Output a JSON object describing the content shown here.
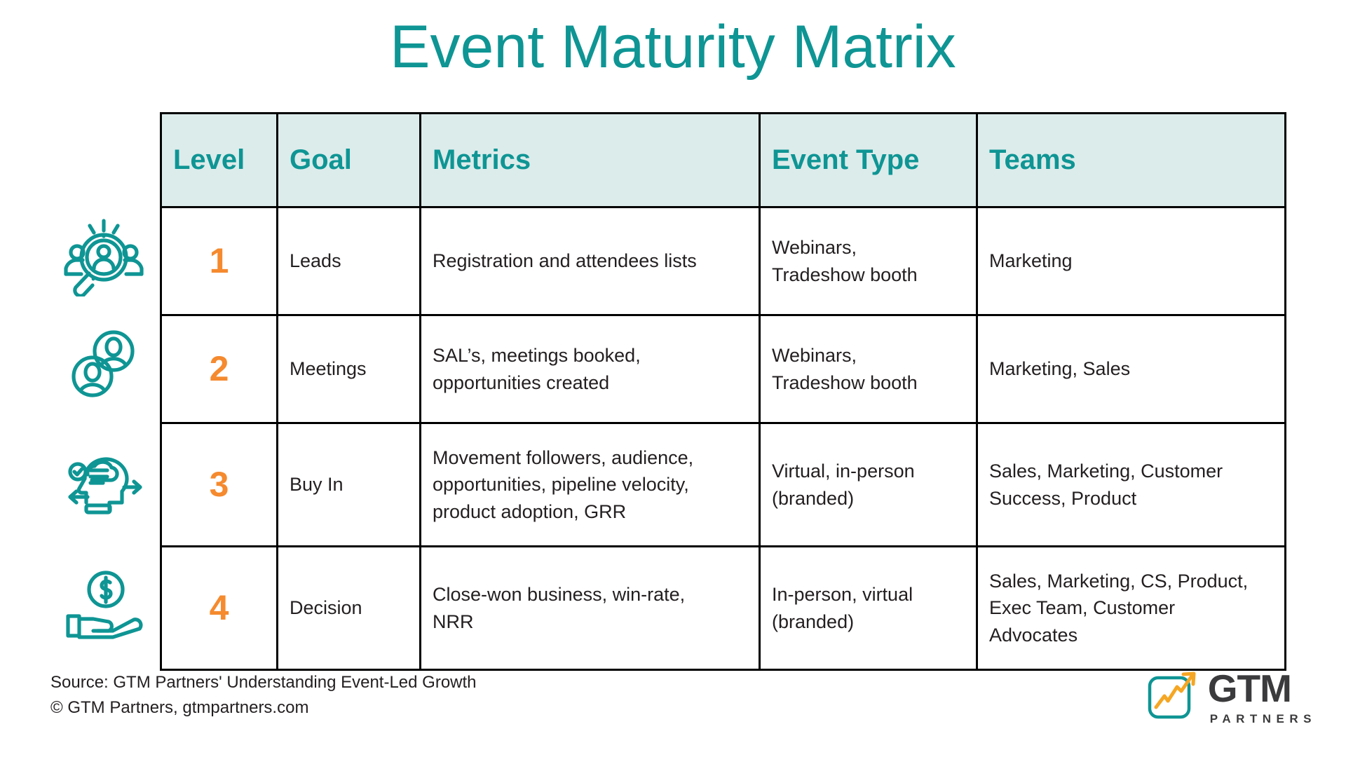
{
  "page": {
    "title": "Event Maturity Matrix",
    "accent_teal": "#0e9594",
    "accent_orange": "#f58a2e",
    "header_bg": "#dceceb",
    "body_text": "#231f20",
    "background": "#ffffff"
  },
  "icons": [
    {
      "name": "lead-search-icon",
      "label": "magnifier over group of people"
    },
    {
      "name": "two-people-icon",
      "label": "two overlapping person avatars"
    },
    {
      "name": "decision-head-icon",
      "label": "head with checklist and arrows"
    },
    {
      "name": "money-hand-icon",
      "label": "hand holding dollar coin"
    }
  ],
  "table": {
    "columns": [
      "Level",
      "Goal",
      "Metrics",
      "Event Type",
      "Teams"
    ],
    "rows": [
      {
        "level": "1",
        "goal": "Leads",
        "metrics": "Registration and attendees lists",
        "event_type": "Webinars,\nTradeshow booth",
        "teams": "Marketing"
      },
      {
        "level": "2",
        "goal": "Meetings",
        "metrics": "SAL’s, meetings booked,\nopportunities created",
        "event_type": "Webinars,\nTradeshow booth",
        "teams": "Marketing, Sales"
      },
      {
        "level": "3",
        "goal": "Buy In",
        "metrics": "Movement followers, audience,\nopportunities, pipeline velocity,\nproduct adoption, GRR",
        "event_type": "Virtual, in-person\n(branded)",
        "teams": "Sales, Marketing, Customer\nSuccess, Product"
      },
      {
        "level": "4",
        "goal": "Decision",
        "metrics": "Close-won business, win-rate,\nNRR",
        "event_type": "In-person, virtual\n(branded)",
        "teams": "Sales, Marketing, CS, Product,\nExec Team, Customer\nAdvocates"
      }
    ]
  },
  "footer": {
    "source_line": "Source: GTM Partners' Understanding Event-Led Growth",
    "copyright_line": "© GTM Partners, gtmpartners.com"
  },
  "logo": {
    "name": "gtm-partners-logo",
    "primary": "GTM",
    "secondary": "PARTNERS",
    "mark_teal": "#0e9594",
    "mark_orange": "#f5a623"
  }
}
